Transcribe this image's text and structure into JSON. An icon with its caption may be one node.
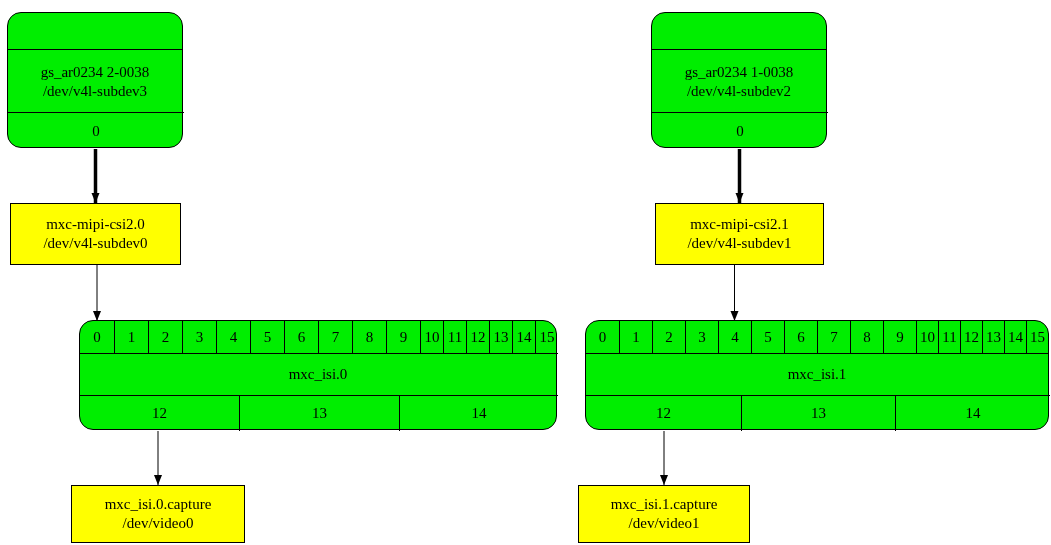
{
  "diagram": {
    "nodes": [
      {
        "text": [
          "gs_ar0234 2-0038 /dev/v4l-subdev3"
        ]
      },
      {
        "text": [
          "0"
        ],
        "in": 0
      },
      {
        "text": [
          "gs_ar0234 1-0038 /dev/v4l-subdev2"
        ]
      },
      {
        "text": [
          "0"
        ],
        "in": 2
      },
      {
        "text": [
          "mxc-mipi-csi2.0 /dev/v4l-subdev0"
        ]
      },
      {
        "text": [
          "mxc-mipi-csi2.1 /dev/v4l-subdev1"
        ]
      },
      {
        "text": [
          "mxc_isi.0"
        ]
      },
      {
        "text": [
          "0"
        ],
        "in": 6
      },
      {
        "text": [
          "1"
        ],
        "in": 6
      },
      {
        "text": [
          "2"
        ],
        "in": 6
      },
      {
        "text": [
          "3"
        ],
        "in": 6
      },
      {
        "text": [
          "4"
        ],
        "in": 6
      },
      {
        "text": [
          "5"
        ],
        "in": 6
      },
      {
        "text": [
          "6"
        ],
        "in": 6
      },
      {
        "text": [
          "7"
        ],
        "in": 6
      },
      {
        "text": [
          "8"
        ],
        "in": 6
      },
      {
        "text": [
          "9"
        ],
        "in": 6
      },
      {
        "text": [
          "10"
        ],
        "in": 6
      },
      {
        "text": [
          "11"
        ],
        "in": 6
      },
      {
        "text": [
          "12"
        ],
        "in": 6
      },
      {
        "text": [
          "13"
        ],
        "in": 6
      },
      {
        "text": [
          "14"
        ],
        "in": 6
      },
      {
        "text": [
          "15"
        ],
        "in": 6
      },
      {
        "text": [
          "12"
        ],
        "in": 6
      },
      {
        "text": [
          "13"
        ],
        "in": 6
      },
      {
        "text": [
          "14"
        ],
        "in": 6
      },
      {
        "text": [
          "mxc_isi.1"
        ]
      },
      {
        "text": [
          "0"
        ],
        "in": 26
      },
      {
        "text": [
          "1"
        ],
        "in": 26
      },
      {
        "text": [
          "2"
        ],
        "in": 26
      },
      {
        "text": [
          "3"
        ],
        "in": 26
      },
      {
        "text": [
          "4"
        ],
        "in": 26
      },
      {
        "text": [
          "5"
        ],
        "in": 26
      },
      {
        "text": [
          "6"
        ],
        "in": 26
      },
      {
        "text": [
          "7"
        ],
        "in": 26
      },
      {
        "text": [
          "8"
        ],
        "in": 26
      },
      {
        "text": [
          "9"
        ],
        "in": 26
      },
      {
        "text": [
          "10"
        ],
        "in": 26
      },
      {
        "text": [
          "11"
        ],
        "in": 26
      },
      {
        "text": [
          "12"
        ],
        "in": 26
      },
      {
        "text": [
          "13"
        ],
        "in": 26
      },
      {
        "text": [
          "14"
        ],
        "in": 26
      },
      {
        "text": [
          "15"
        ],
        "in": 26
      },
      {
        "text": [
          "12"
        ],
        "in": 26
      },
      {
        "text": [
          "13"
        ],
        "in": 26
      },
      {
        "text": [
          "14"
        ],
        "in": 26
      },
      {
        "text": [
          "mxc_isi.0.capture /dev/video0"
        ]
      },
      {
        "text": [
          "mxc_isi.1.capture /dev/video1"
        ]
      }
    ],
    "edges": [
      {
        "from": 1,
        "to": 4,
        "arrow": "to",
        "style": "thick"
      },
      {
        "from": 3,
        "to": 5,
        "arrow": "to",
        "style": "thick"
      },
      {
        "from": 4,
        "to": 7,
        "arrow": "to"
      },
      {
        "from": 5,
        "to": 31,
        "arrow": "to"
      },
      {
        "from": 23,
        "to": 46,
        "arrow": "to"
      },
      {
        "from": 43,
        "to": 47,
        "arrow": "to"
      }
    ]
  }
}
